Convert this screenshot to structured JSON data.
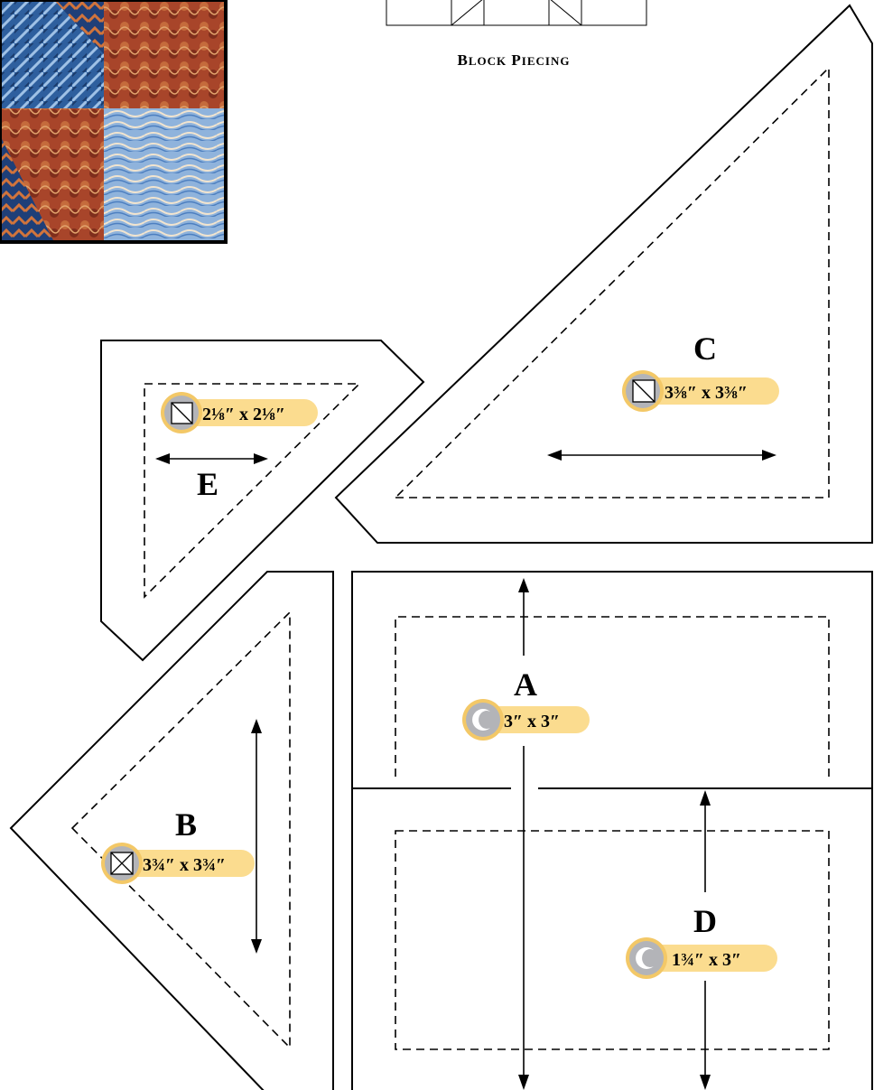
{
  "caption": {
    "first": "B",
    "first_rest": "LOCK",
    "second": "P",
    "second_rest": "IECING"
  },
  "pieces": {
    "A": {
      "label": "A",
      "size": "3″ x 3″",
      "icon": "square-icon"
    },
    "B": {
      "label": "B",
      "size": "3¾″ x 3¾″",
      "icon": "quarter-square-triangle-icon"
    },
    "C": {
      "label": "C",
      "size": "3⅜″ x 3⅜″",
      "icon": "half-square-triangle-icon"
    },
    "D": {
      "label": "D",
      "size": "1¾″ x 3″",
      "icon": "rectangle-icon"
    },
    "E": {
      "label": "E",
      "size": "2⅛″ x 2⅛″",
      "icon": "half-square-triangle-icon"
    }
  },
  "colors": {
    "line": "#000000",
    "tag_fill": "#fbdc8f",
    "tag_ring": "#f3c867",
    "icon_disc": "#b3b4b8",
    "photo_blue": "#2e5f9e",
    "photo_rust": "#a8452a",
    "photo_cream": "#e8dcc4"
  }
}
